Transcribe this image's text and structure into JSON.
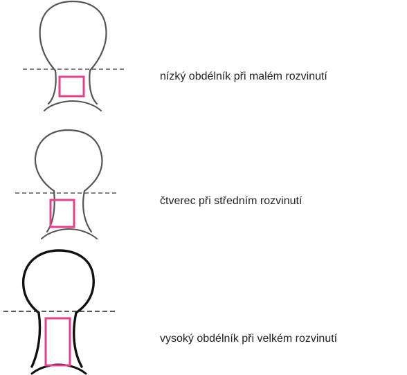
{
  "captions": [
    "nízký obdélník při malém rozvinutí",
    "čtverec při středním rozvinutí",
    "vysoký obdélník při velkém rozvinutí"
  ],
  "colors": {
    "outline_light": "#555555",
    "outline_heavy": "#111111",
    "rectangle": "#e6408c",
    "dashed_line": "#555555"
  }
}
